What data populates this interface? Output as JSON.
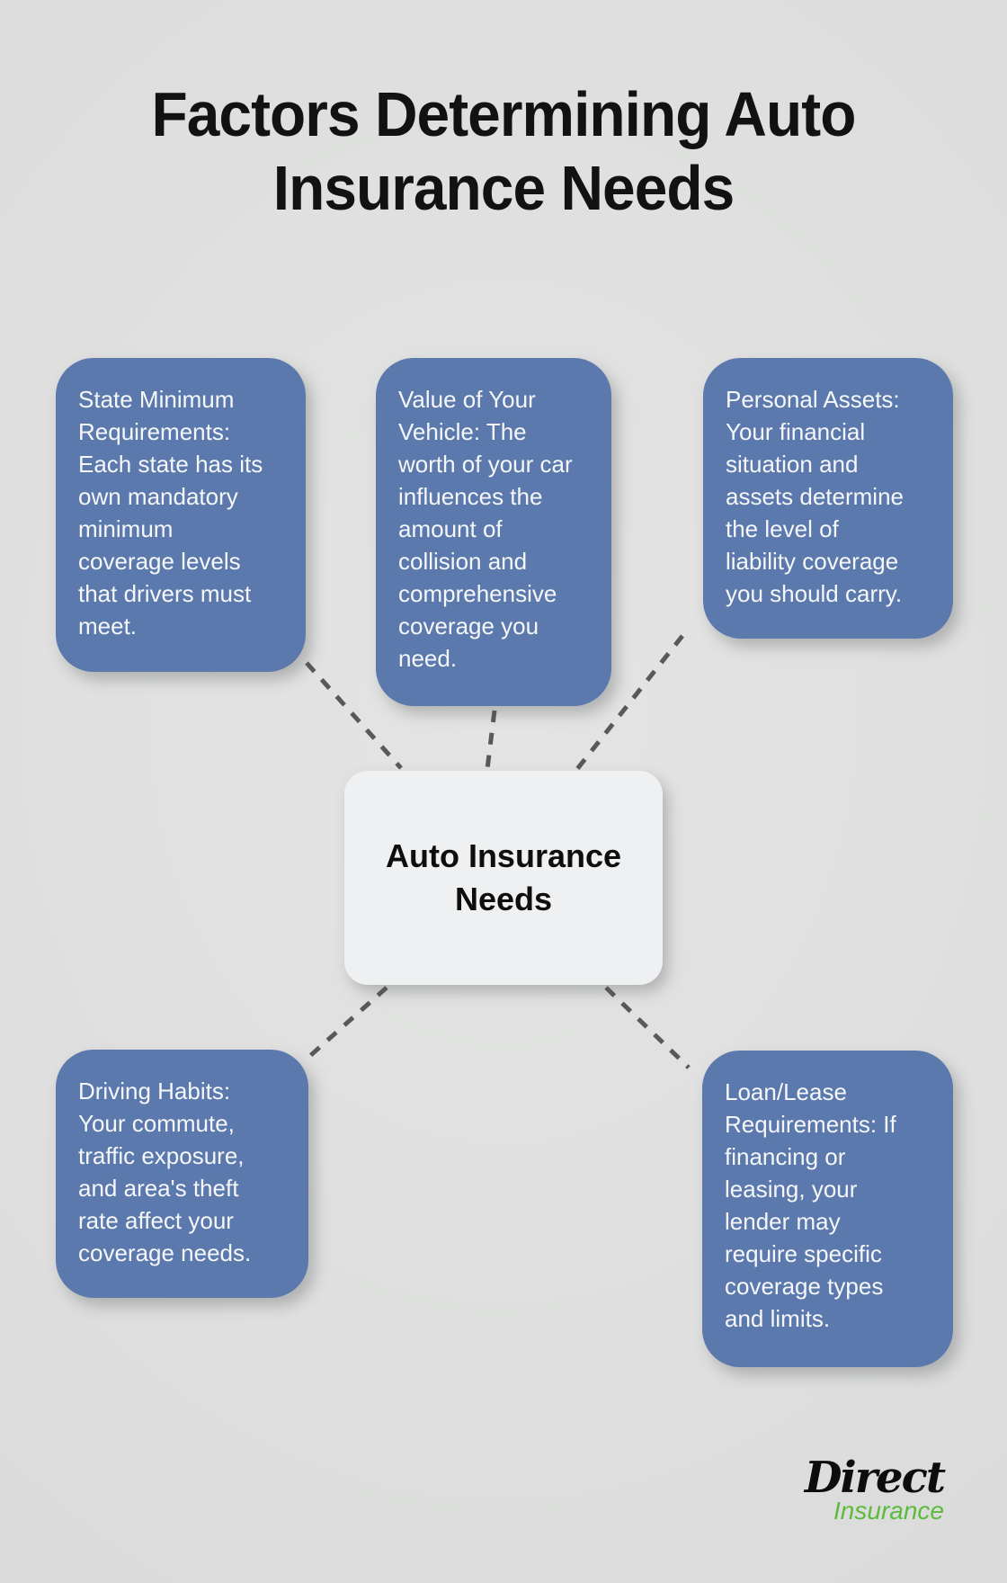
{
  "title": {
    "text": "Factors Determining Auto\nInsurance Needs"
  },
  "center": {
    "label": "Auto Insurance\nNeeds"
  },
  "nodes": [
    {
      "id": "state-minimum-requirements",
      "text": "State Minimum\nRequirements:\nEach state has its\nown mandatory\nminimum\ncoverage levels\nthat drivers must\nmeet."
    },
    {
      "id": "value-of-vehicle",
      "text": "Value of Your\nVehicle: The\nworth of your car\ninfluences the\namount of\ncollision and\ncomprehensive\ncoverage you\nneed."
    },
    {
      "id": "personal-assets",
      "text": "Personal Assets:\nYour financial\nsituation and\nassets determine\nthe level of\nliability coverage\nyou should carry."
    },
    {
      "id": "driving-habits",
      "text": "Driving Habits:\nYour commute,\ntraffic exposure,\nand area's theft\nrate affect your\ncoverage needs."
    },
    {
      "id": "loan-lease-requirements",
      "text": "Loan/Lease\nRequirements: If\nfinancing or\nleasing, your\nlender may\nrequire specific\ncoverage types\nand limits."
    }
  ],
  "logo": {
    "line1": "Direct",
    "line2": "Insurance"
  },
  "colors": {
    "background": "#dfe0df",
    "node_bg": "#5b79ac",
    "node_text": "#f5f7fa",
    "center_bg": "#eff0f2",
    "center_text": "#0e0e0e",
    "connector": "#595959",
    "title": "#121212",
    "logo_black": "#0c0d0e",
    "logo_green": "#5cba3c"
  }
}
